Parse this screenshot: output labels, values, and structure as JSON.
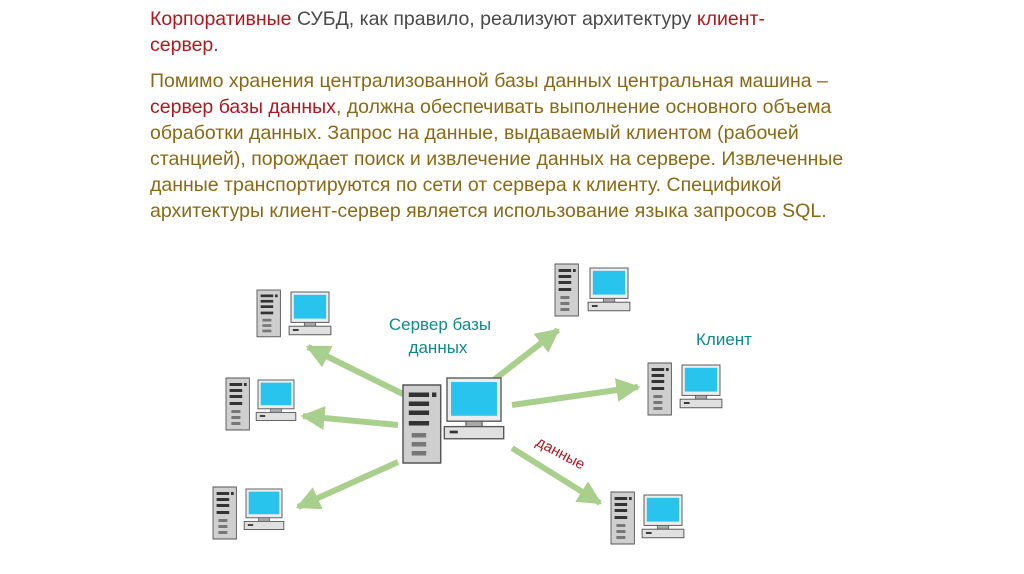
{
  "text": {
    "p1": {
      "a": "Корпоративные",
      "b": " СУБД, как правило, реализуют архитектуру ",
      "c": "клиент-",
      "c2": "сервер",
      "d": "."
    },
    "p2": {
      "a": "Помимо хранения централизованной базы данных центральная машина – ",
      "b": "сервер базы данных",
      "c": ", должна обеспечивать выполнение основного объема обработки данных. Запрос на данные, выдаваемый клиентом (рабочей станцией), порождает поиск и извлечение данных на сервере. Извлеченные данные транспортируются по сети от сервера к клиенту. Спецификой архитектуры клиент-сервер является использование языка запросов SQL."
    }
  },
  "diagram": {
    "server_label_line1": "Сервер базы",
    "server_label_line2": "данных",
    "client_label": "Клиент",
    "data_label": "данные"
  },
  "colors": {
    "accent_red": "#b0171f",
    "body_text": "#8b6914",
    "label_teal": "#0e8a8c",
    "arrow_green": "#a9cf8d",
    "screen_cyan": "#29c4ee"
  }
}
